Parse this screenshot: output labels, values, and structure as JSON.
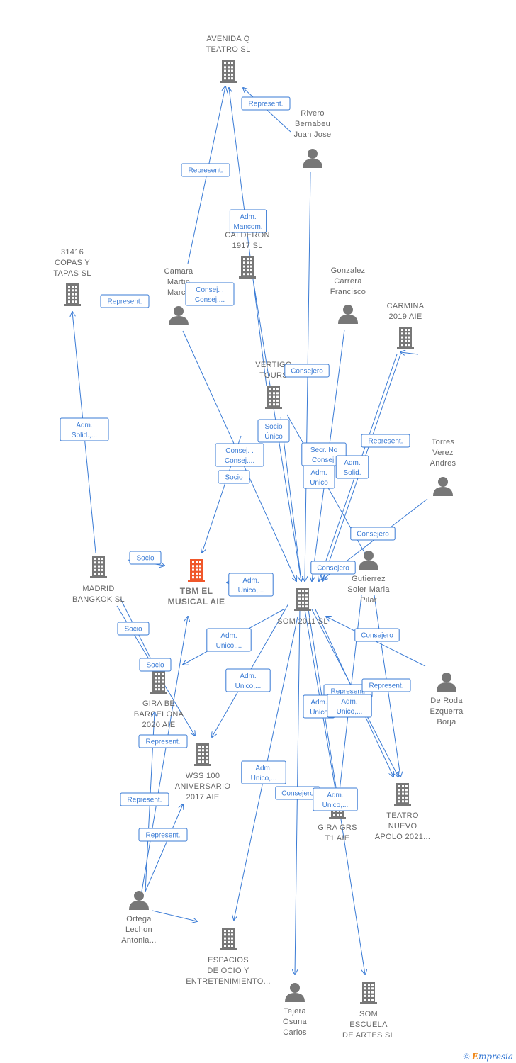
{
  "colors": {
    "edge": "#3a7bd5",
    "company": "#777777",
    "person": "#777777",
    "main": "#f0572a"
  },
  "footer": {
    "copyright": "©",
    "brand_initial": "E",
    "brand_rest": "mpresia"
  },
  "nodes": [
    {
      "id": "avenida",
      "type": "company",
      "label": [
        "AVENIDA Q",
        "TEATRO SL"
      ]
    },
    {
      "id": "rivero",
      "type": "person",
      "label": [
        "Rivero",
        "Bernabeu",
        "Juan Jose"
      ]
    },
    {
      "id": "calderon",
      "type": "company",
      "label": [
        "CALDERON",
        "1917  SL"
      ]
    },
    {
      "id": "copas",
      "type": "company",
      "label": [
        "31416",
        "COPAS Y",
        "TAPAS  SL"
      ]
    },
    {
      "id": "camara",
      "type": "person",
      "label": [
        "Camara",
        "Martin",
        "Marco"
      ]
    },
    {
      "id": "gonzalez",
      "type": "person",
      "label": [
        "Gonzalez",
        "Carrera",
        "Francisco"
      ]
    },
    {
      "id": "carmina",
      "type": "company",
      "label": [
        "CARMINA",
        "2019  AIE"
      ]
    },
    {
      "id": "vertigo",
      "type": "company",
      "label": [
        "VERTIGO",
        "TOURS"
      ]
    },
    {
      "id": "torres",
      "type": "person",
      "label": [
        "Torres",
        "Verez",
        "Andres"
      ]
    },
    {
      "id": "madrid",
      "type": "company",
      "label": [
        "MADRID",
        "BANGKOK  SL"
      ]
    },
    {
      "id": "tbm",
      "type": "main",
      "label": [
        "TBM EL",
        "MUSICAL AIE"
      ]
    },
    {
      "id": "som2011",
      "type": "company",
      "label": [
        "SOM 2011 SL"
      ]
    },
    {
      "id": "gutierrez",
      "type": "person",
      "label": [
        "Gutierrez",
        "Soler Maria",
        "Pilar"
      ]
    },
    {
      "id": "gira_be",
      "type": "company",
      "label": [
        "GIRA BE",
        "BARCELONA",
        "2020  AIE"
      ]
    },
    {
      "id": "deroda",
      "type": "person",
      "label": [
        "De Roda",
        "Ezquerra",
        "Borja"
      ]
    },
    {
      "id": "wss",
      "type": "company",
      "label": [
        "WSS 100",
        "ANIVERSARIO",
        "2017 AIE"
      ]
    },
    {
      "id": "gira_grs",
      "type": "company",
      "label": [
        "GIRA GRS",
        "T1 AIE"
      ]
    },
    {
      "id": "teatro_nuevo",
      "type": "company",
      "label": [
        "TEATRO",
        "NUEVO",
        "APOLO 2021..."
      ]
    },
    {
      "id": "ortega",
      "type": "person",
      "label": [
        "Ortega",
        "Lechon",
        "Antonia..."
      ]
    },
    {
      "id": "espacios",
      "type": "company",
      "label": [
        "ESPACIOS",
        "DE OCIO Y",
        "ENTRETENIMIENTO..."
      ]
    },
    {
      "id": "tejera",
      "type": "person",
      "label": [
        "Tejera",
        "Osuna",
        "Carlos"
      ]
    },
    {
      "id": "som_escuela",
      "type": "company",
      "label": [
        "SOM",
        "ESCUELA",
        "DE ARTES  SL"
      ]
    }
  ],
  "edge_labels": [
    {
      "id": "e1",
      "text": [
        "Represent."
      ]
    },
    {
      "id": "e2",
      "text": [
        "Represent."
      ]
    },
    {
      "id": "e3",
      "text": [
        "Adm.",
        "Mancom."
      ]
    },
    {
      "id": "e4",
      "text": [
        "Consej. .",
        "Consej...."
      ]
    },
    {
      "id": "e5",
      "text": [
        "Represent."
      ]
    },
    {
      "id": "e6",
      "text": [
        "Adm.",
        "Solid.,..."
      ]
    },
    {
      "id": "e7",
      "text": [
        "Consejero"
      ]
    },
    {
      "id": "e8",
      "text": [
        "Socio",
        "Único"
      ]
    },
    {
      "id": "e9",
      "text": [
        "Consej. .",
        "Consej...."
      ]
    },
    {
      "id": "e10",
      "text": [
        "Socio"
      ]
    },
    {
      "id": "e11",
      "text": [
        "Secr.  No",
        "Consej."
      ]
    },
    {
      "id": "e12",
      "text": [
        "Adm.",
        "Unico"
      ]
    },
    {
      "id": "e13",
      "text": [
        "Adm.",
        "Solid."
      ]
    },
    {
      "id": "e14",
      "text": [
        "Represent."
      ]
    },
    {
      "id": "e15",
      "text": [
        "Consejero"
      ]
    },
    {
      "id": "e16",
      "text": [
        "Consejero"
      ]
    },
    {
      "id": "e17",
      "text": [
        "Socio"
      ]
    },
    {
      "id": "e18",
      "text": [
        "Adm.",
        "Unico,..."
      ]
    },
    {
      "id": "e19",
      "text": [
        "Socio"
      ]
    },
    {
      "id": "e20",
      "text": [
        "Adm.",
        "Unico,..."
      ]
    },
    {
      "id": "e21",
      "text": [
        "Socio"
      ]
    },
    {
      "id": "e22",
      "text": [
        "Consejero"
      ]
    },
    {
      "id": "e23",
      "text": [
        "Adm.",
        "Unico,..."
      ]
    },
    {
      "id": "e24",
      "text": [
        "Represent."
      ]
    },
    {
      "id": "e25",
      "text": [
        "Represent."
      ]
    },
    {
      "id": "e26",
      "text": [
        "Adm.",
        "Unico"
      ]
    },
    {
      "id": "e27",
      "text": [
        "Adm.",
        "Unico,..."
      ]
    },
    {
      "id": "e28",
      "text": [
        "Represent."
      ]
    },
    {
      "id": "e29",
      "text": [
        "Represent."
      ]
    },
    {
      "id": "e30",
      "text": [
        "Adm.",
        "Unico,..."
      ]
    },
    {
      "id": "e31",
      "text": [
        "Consejero"
      ]
    },
    {
      "id": "e32",
      "text": [
        "Adm.",
        "Unico,..."
      ]
    },
    {
      "id": "e33",
      "text": [
        "Represent."
      ]
    }
  ]
}
